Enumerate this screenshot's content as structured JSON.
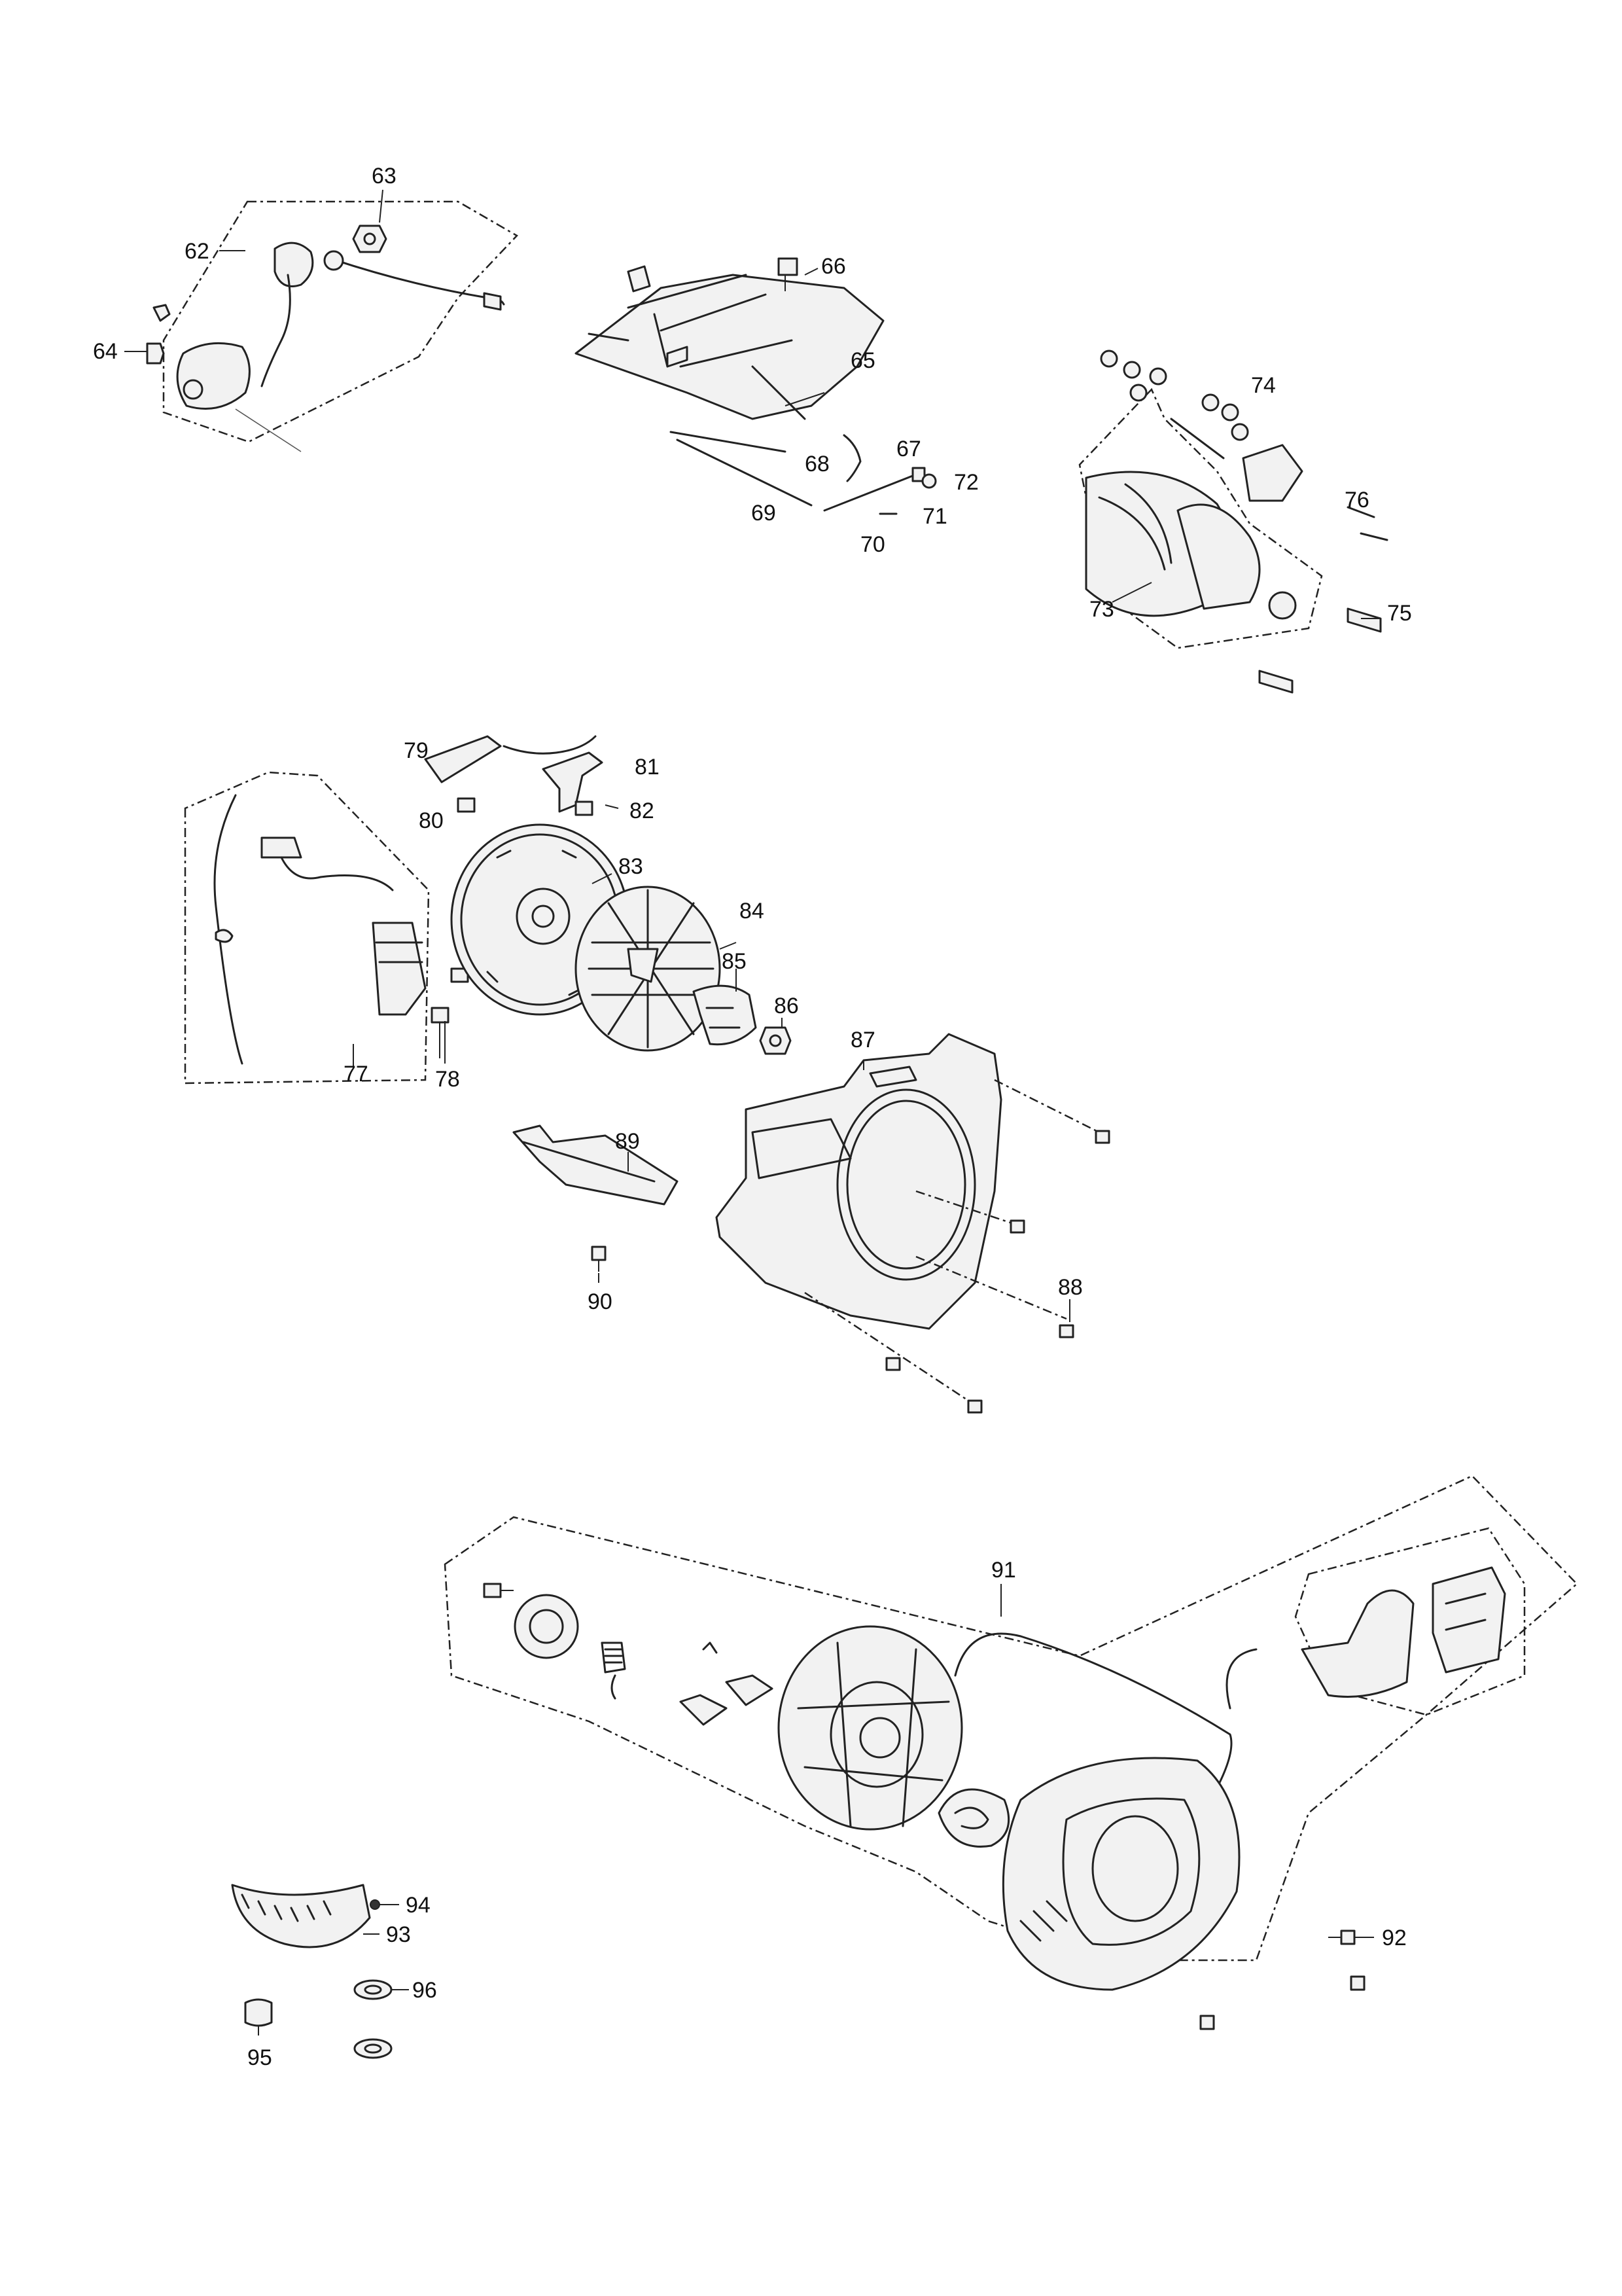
{
  "labels": {
    "l62": "62",
    "l63": "63",
    "l64": "64",
    "l65": "65",
    "l66": "66",
    "l67": "67",
    "l68": "68",
    "l69": "69",
    "l70": "70",
    "l71": "71",
    "l72": "72",
    "l73": "73",
    "l74": "74",
    "l75": "75",
    "l76": "76",
    "l77": "77",
    "l78": "78",
    "l79": "79",
    "l80": "80",
    "l81": "81",
    "l82": "82",
    "l83": "83",
    "l84": "84",
    "l85": "85",
    "l86": "86",
    "l87": "87",
    "l88": "88",
    "l89": "89",
    "l90": "90",
    "l91": "91",
    "l92": "92",
    "l93": "93",
    "l94": "94",
    "l95": "95",
    "l96": "96"
  }
}
